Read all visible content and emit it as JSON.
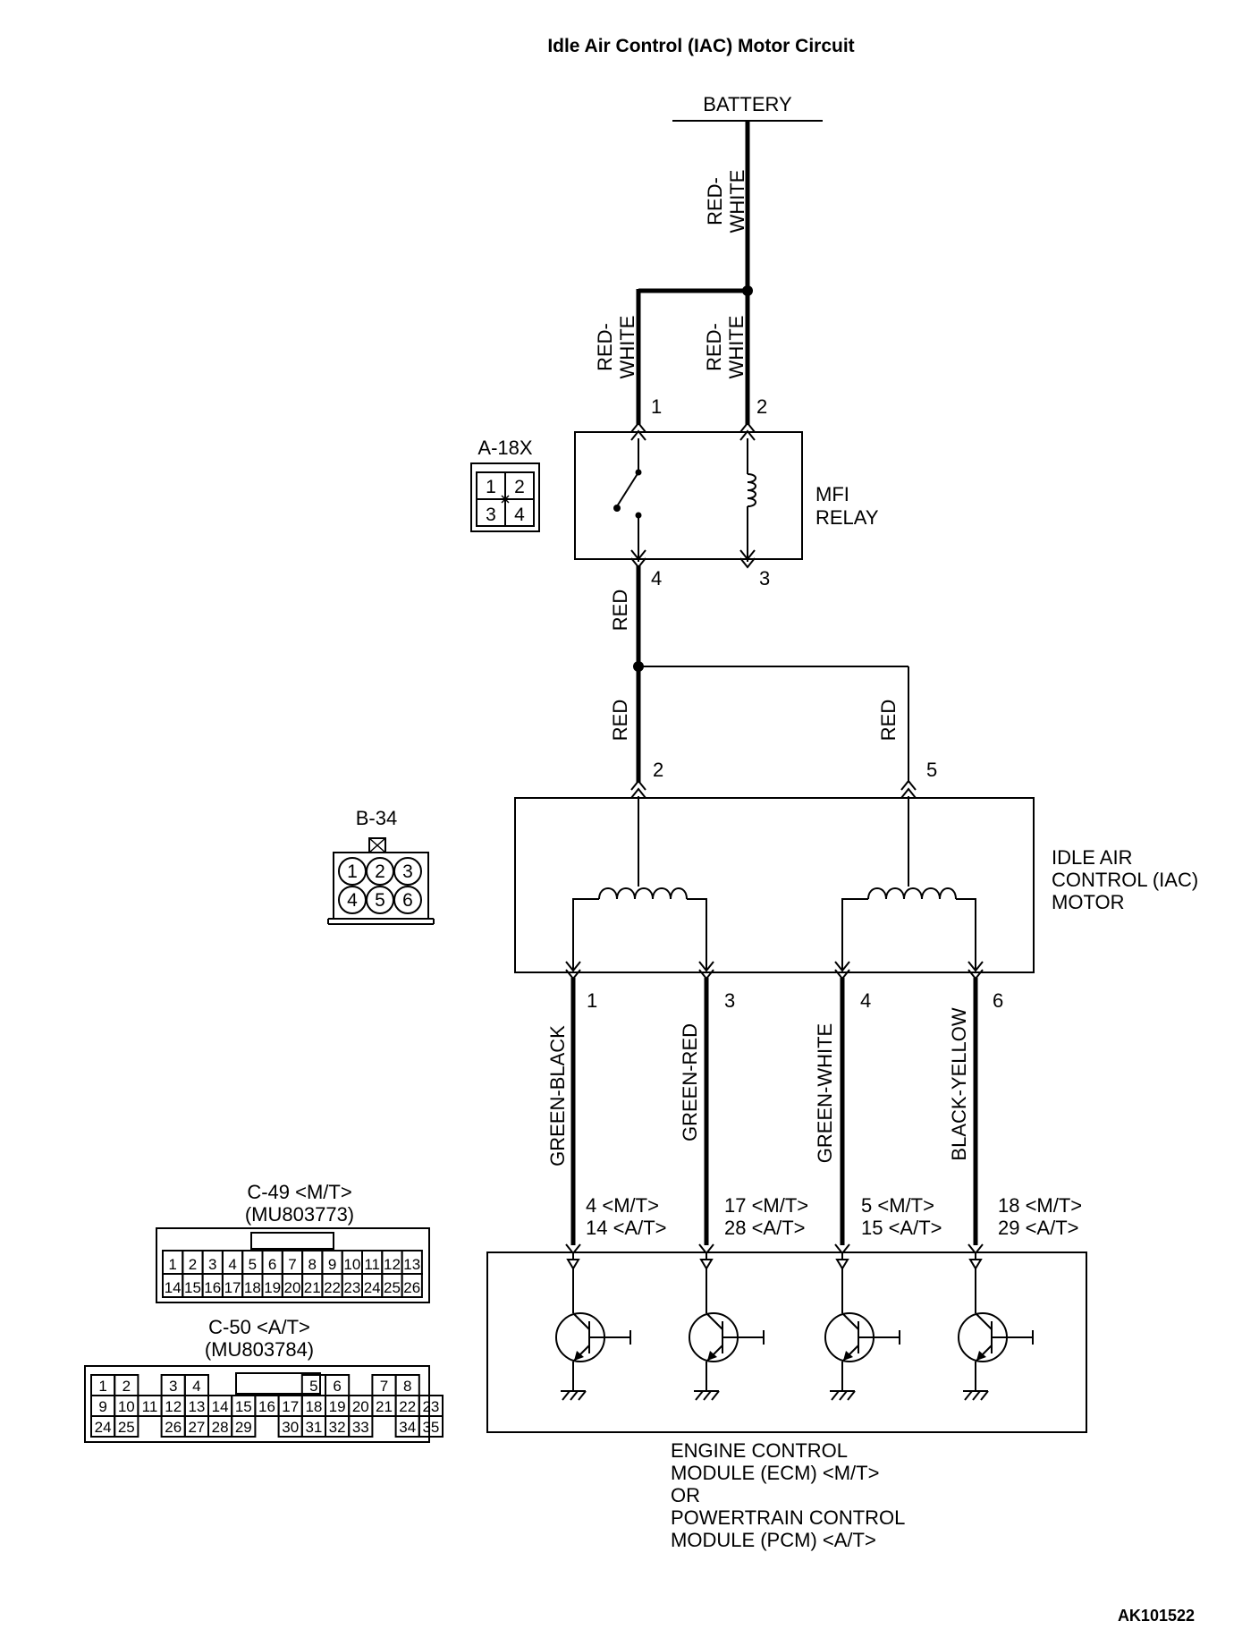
{
  "title": "Idle Air Control (IAC) Motor Circuit",
  "battery_label": "BATTERY",
  "figure_id": "AK101522",
  "wires": {
    "battery_feed": [
      "RED-",
      "WHITE"
    ],
    "relay_pin1": [
      "RED-",
      "WHITE"
    ],
    "relay_pin2": [
      "RED-",
      "WHITE"
    ],
    "relay_out": "RED",
    "iac_pin2": "RED",
    "iac_pin5": "RED",
    "iac_pin1": "GREEN-BLACK",
    "iac_pin3": "GREEN-RED",
    "iac_pin4": "GREEN-WHITE",
    "iac_pin6": "BLACK-YELLOW"
  },
  "mfi_relay": {
    "label": [
      "MFI",
      "RELAY"
    ],
    "connector": "A-18X",
    "connector_pins": [
      "1",
      "2",
      "3",
      "4"
    ],
    "pins": {
      "p1": "1",
      "p2": "2",
      "p3": "3",
      "p4": "4"
    }
  },
  "iac_motor": {
    "label": [
      "IDLE AIR",
      "CONTROL (IAC)",
      "MOTOR"
    ],
    "connector": "B-34",
    "connector_pins": [
      "1",
      "2",
      "3",
      "4",
      "5",
      "6"
    ],
    "pins": {
      "p1": "1",
      "p2": "2",
      "p3": "3",
      "p4": "4",
      "p5": "5",
      "p6": "6"
    }
  },
  "ecm": {
    "label": [
      "ENGINE CONTROL",
      "MODULE (ECM) <M/T>",
      "OR",
      "POWERTRAIN CONTROL",
      "MODULE (PCM) <A/T>"
    ],
    "terminals": [
      [
        "4 <M/T>",
        "14 <A/T>"
      ],
      [
        "17 <M/T>",
        "28 <A/T>"
      ],
      [
        "5 <M/T>",
        "15 <A/T>"
      ],
      [
        "18 <M/T>",
        "29 <A/T>"
      ]
    ]
  },
  "c49": {
    "title": "C-49 <M/T>",
    "part": "(MU803773)",
    "row1": [
      "1",
      "2",
      "3",
      "4",
      "5",
      "6",
      "7",
      "8",
      "9",
      "10",
      "11",
      "12",
      "13"
    ],
    "row2": [
      "14",
      "15",
      "16",
      "17",
      "18",
      "19",
      "20",
      "21",
      "22",
      "23",
      "24",
      "25",
      "26"
    ]
  },
  "c50": {
    "title": "C-50 <A/T>",
    "part": "(MU803784)",
    "row1": [
      "1",
      "2",
      "",
      "3",
      "4",
      "",
      "",
      "",
      "",
      "5",
      "6",
      "",
      "7",
      "8"
    ],
    "row2": [
      "9",
      "10",
      "11",
      "12",
      "13",
      "14",
      "15",
      "16",
      "17",
      "18",
      "19",
      "20",
      "21",
      "22",
      "23"
    ],
    "row3": [
      "24",
      "25",
      "",
      "26",
      "27",
      "28",
      "29",
      "",
      "30",
      "31",
      "32",
      "33",
      "",
      "34",
      "35"
    ]
  }
}
